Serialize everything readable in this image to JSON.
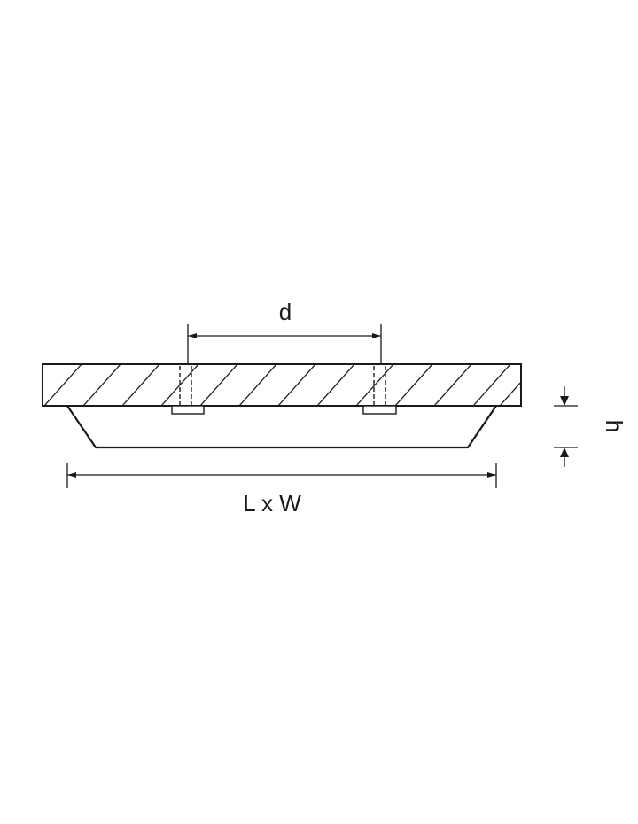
{
  "diagram": {
    "labels": {
      "spacing": "d",
      "height": "h",
      "size": "L x W"
    },
    "colors": {
      "stroke": "#1a1a1a",
      "background": "#ffffff"
    }
  }
}
